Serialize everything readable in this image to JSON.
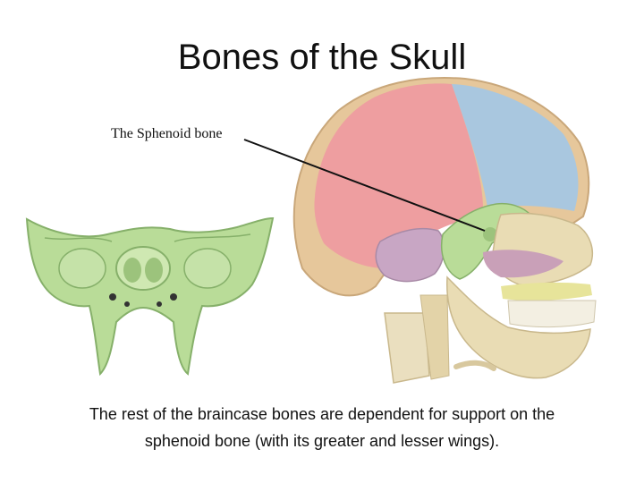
{
  "slide": {
    "title": "Bones of the Skull",
    "label": "The Sphenoid bone",
    "caption_line1": "The rest of the braincase bones are dependent for support on the",
    "caption_line2": "sphenoid bone (with its greater and lesser wings)."
  },
  "colors": {
    "sphenoid": "#b9dc98",
    "parietal": "#ee9ea0",
    "occipital_top": "#a9c7df",
    "temporal": "#c8a6c4",
    "bone": "#e9dcb4",
    "leader_line": "#111111"
  }
}
